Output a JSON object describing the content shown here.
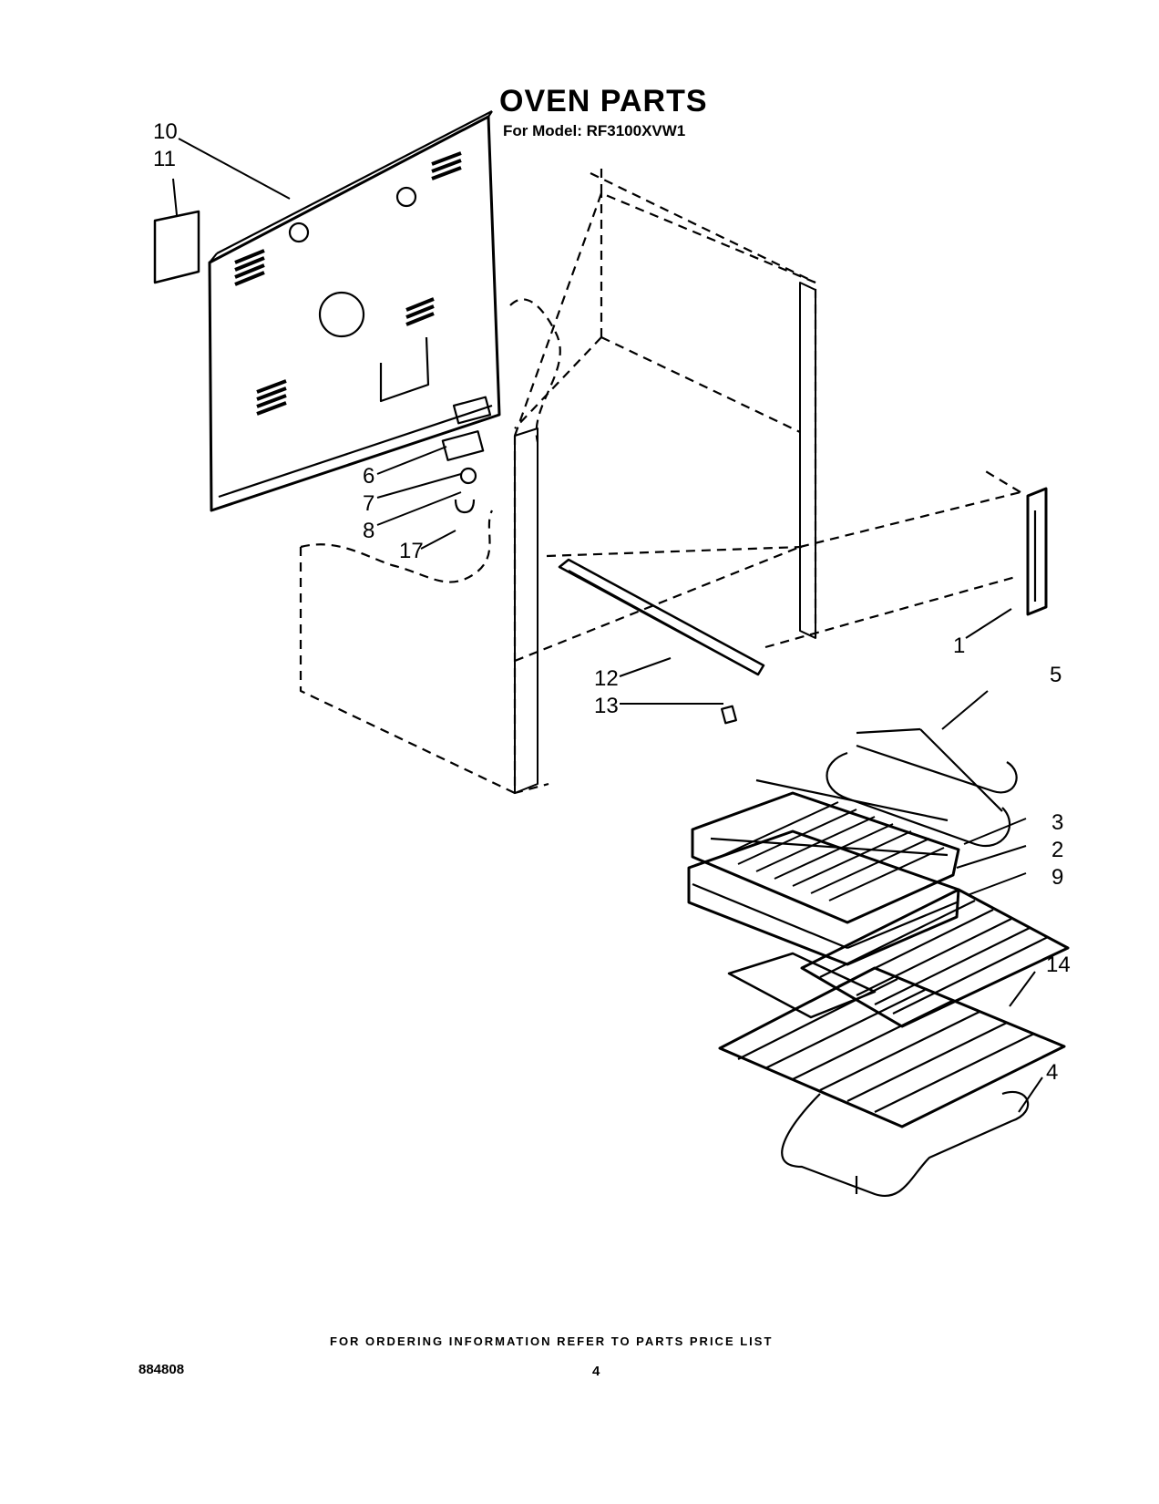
{
  "header": {
    "title": "OVEN PARTS",
    "model_line": "For Model: RF3100XVW1"
  },
  "callouts": [
    {
      "id": "c10",
      "text": "10"
    },
    {
      "id": "c11",
      "text": "11"
    },
    {
      "id": "c6",
      "text": "6"
    },
    {
      "id": "c7",
      "text": "7"
    },
    {
      "id": "c8",
      "text": "8"
    },
    {
      "id": "c17",
      "text": "17"
    },
    {
      "id": "c1",
      "text": "1"
    },
    {
      "id": "c5",
      "text": "5"
    },
    {
      "id": "c12",
      "text": "12"
    },
    {
      "id": "c13",
      "text": "13"
    },
    {
      "id": "c3",
      "text": "3"
    },
    {
      "id": "c2",
      "text": "2"
    },
    {
      "id": "c9",
      "text": "9"
    },
    {
      "id": "c14",
      "text": "14"
    },
    {
      "id": "c4",
      "text": "4"
    }
  ],
  "footer": {
    "ordering_note": "FOR ORDERING INFORMATION REFER TO PARTS PRICE LIST",
    "document_number": "884808",
    "page_number": "4"
  }
}
